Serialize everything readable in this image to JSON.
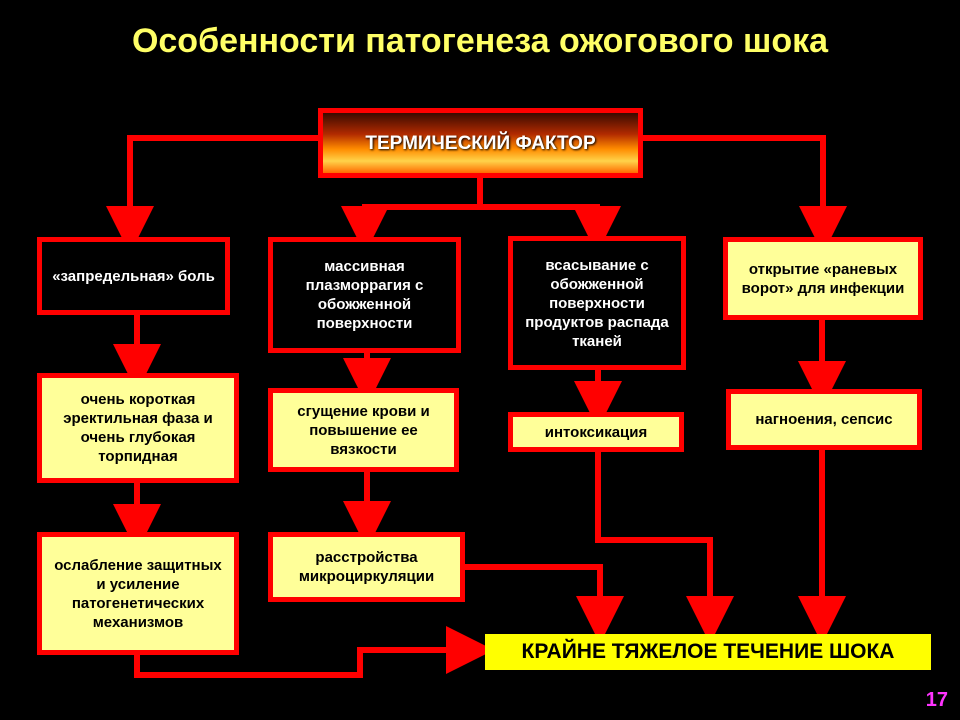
{
  "title": "Особенности патогенеза ожогового шока",
  "top_box": "ТЕРМИЧЕСКИЙ ФАКТОР",
  "row1": {
    "pain": "«запредельная» боль",
    "plasma": "массивная плазморрагия с обожженной поверхности",
    "absorb": "всасывание с обожженной поверхности продуктов распада тканей",
    "gates": "открытие «раневых ворот» для инфекции"
  },
  "row2": {
    "phase": "очень короткая эректильная фаза и очень глубокая торпидная",
    "blood": "сгущение крови и повышение ее вязкости",
    "intox": "интоксикация",
    "sepsis": "нагноения, сепсис"
  },
  "row3": {
    "weak": "ослабление защитных и усиление патогенетических механизмов",
    "micro": "расстройства микроциркуляции"
  },
  "final": "КРАЙНЕ ТЯЖЕЛОЕ ТЕЧЕНИЕ ШОКА",
  "page_number": "17",
  "colors": {
    "arrow": "#ff0000",
    "title": "#ffff66",
    "box_fill": "#ffff99",
    "final_fill": "#ffff00"
  }
}
